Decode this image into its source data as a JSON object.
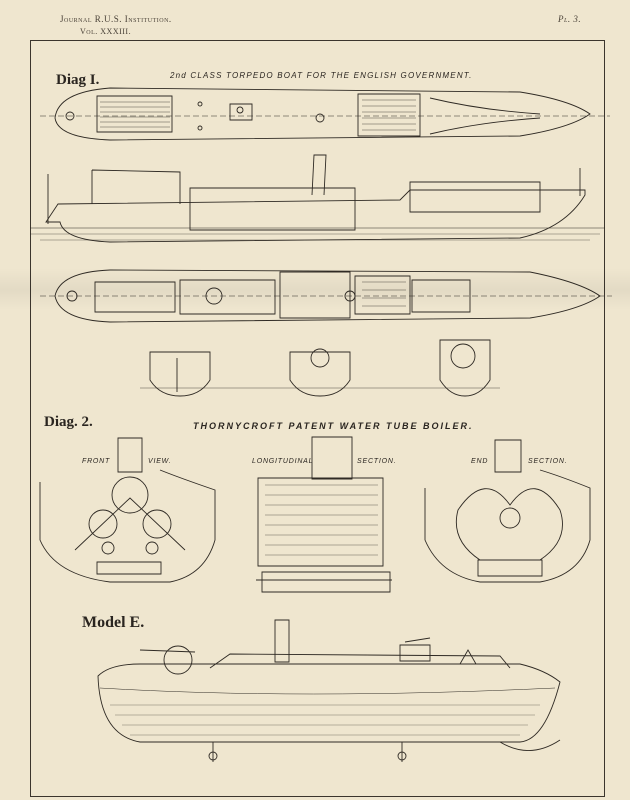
{
  "header": {
    "journal": "Journal R.U.S. Institution.",
    "volume": "Vol. XXXIII.",
    "plate": "Pl. 3."
  },
  "diagram1": {
    "label": "Diag I.",
    "caption": "2nd CLASS TORPEDO BOAT FOR THE ENGLISH GOVERNMENT."
  },
  "diagram2": {
    "label": "Diag. 2.",
    "caption": "THORNYCROFT  PATENT  WATER  TUBE  BOILER.",
    "views": {
      "front": "FRONT",
      "front2": "VIEW.",
      "long": "LONGITUDINAL",
      "long2": "SECTION.",
      "end": "END",
      "end2": "SECTION."
    }
  },
  "model": {
    "label": "Model E."
  },
  "colors": {
    "paper": "#efe6cf",
    "ink": "#2b2722"
  }
}
